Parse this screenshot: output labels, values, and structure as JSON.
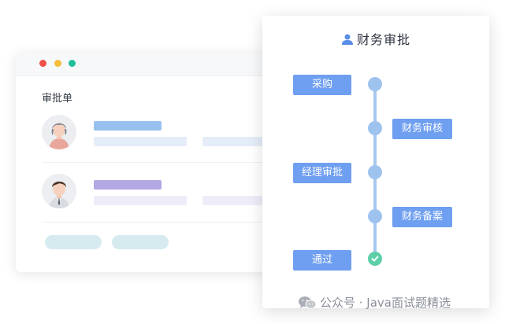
{
  "window": {
    "title_dots": [
      "red",
      "yellow",
      "green"
    ],
    "list_title": "审批单",
    "rows": [
      {
        "avatar": "avatar-female-icon"
      },
      {
        "avatar": "avatar-male-icon"
      }
    ]
  },
  "approval": {
    "title": "财务审批",
    "icon": "user-icon",
    "steps": [
      {
        "label": "采购"
      },
      {
        "label": "财务审核"
      },
      {
        "label": "经理审批"
      },
      {
        "label": "财务备案"
      },
      {
        "label": "通过"
      }
    ]
  },
  "watermark": {
    "text": "公众号 · Java面试题精选",
    "icon": "wechat-icon"
  },
  "colors": {
    "step_bg": "#6f9ff0",
    "timeline": "#a7c8ef",
    "done": "#5ccfa8"
  }
}
